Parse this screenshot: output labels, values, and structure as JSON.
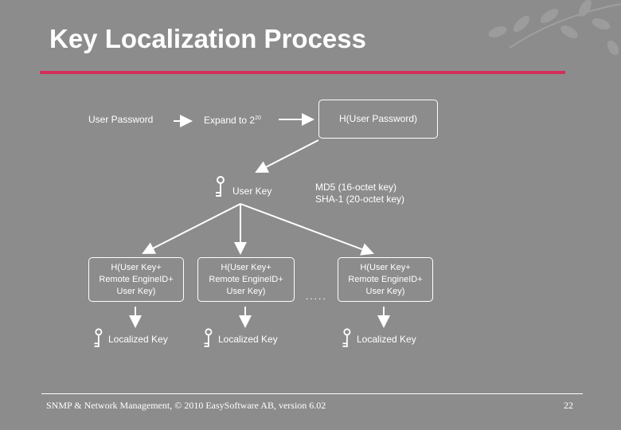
{
  "title": "Key Localization Process",
  "flow": {
    "user_password": "User Password",
    "expand": "Expand to 2",
    "expand_exp": "20",
    "hash_box": "H(User Password)",
    "user_key": "User Key",
    "md5": "MD5 (16-octet key)",
    "sha1": "SHA-1 (20-octet key)",
    "ellipsis": ".....",
    "localized_boxes": [
      [
        "H(User Key+",
        "Remote EngineID+",
        "User Key)"
      ],
      [
        "H(User Key+",
        "Remote EngineID+",
        "User Key)"
      ],
      [
        "H(User Key+",
        "Remote EngineID+",
        "User Key)"
      ]
    ],
    "localized_key": "Localized Key"
  },
  "footer": {
    "text": "SNMP & Network Management, © 2010 EasySoftware AB, version 6.02",
    "page": "22"
  },
  "colors": {
    "background": "#8c8c8c",
    "accent_rule": "#d42e5b",
    "foreground": "#ffffff"
  },
  "icons": [
    "key-icon",
    "leaf-decoration"
  ]
}
